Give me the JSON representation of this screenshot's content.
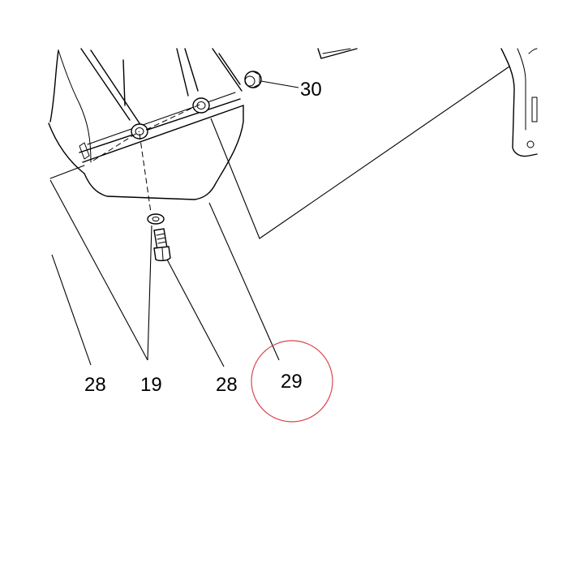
{
  "callouts": {
    "c30": "30",
    "c28_left": "28",
    "c19": "19",
    "c28_right": "28",
    "c29": "29"
  },
  "colors": {
    "line": "#000000",
    "highlight_circle": "#d9474f",
    "background": "#ffffff"
  }
}
